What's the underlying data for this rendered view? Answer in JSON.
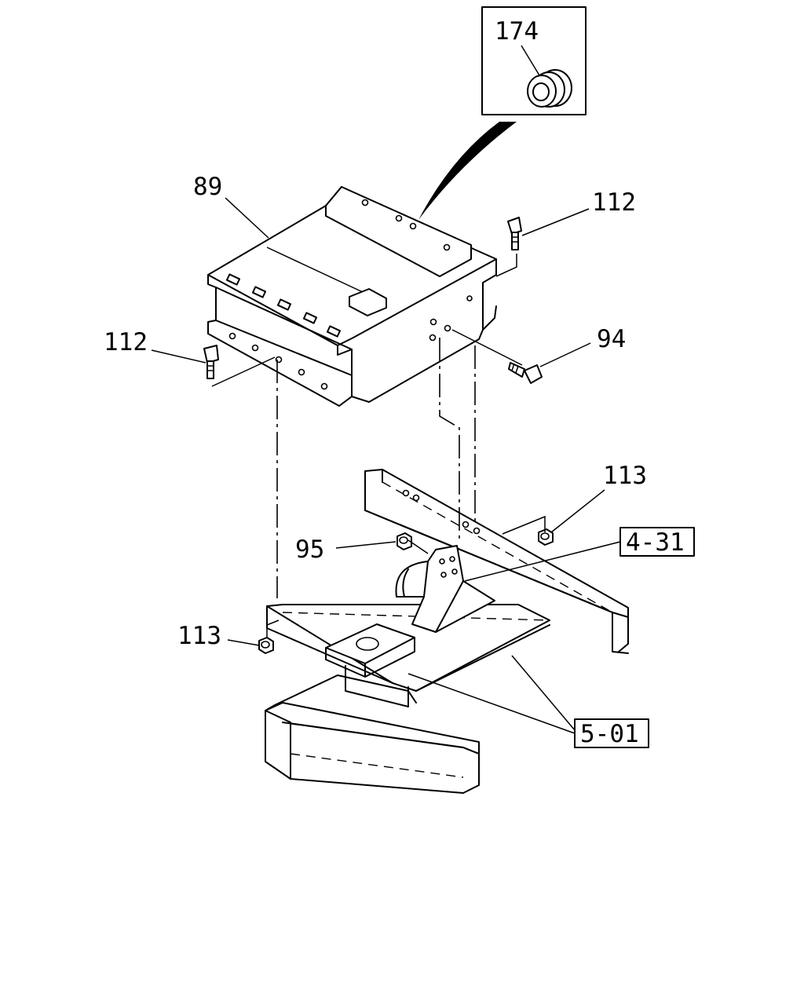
{
  "callouts": {
    "p174": "174",
    "p89": "89",
    "p112_right": "112",
    "p112_left": "112",
    "p94": "94",
    "p113_right": "113",
    "p95": "95",
    "p113_left": "113"
  },
  "references": {
    "r4_31": "4-31",
    "r5_01": "5-01"
  }
}
